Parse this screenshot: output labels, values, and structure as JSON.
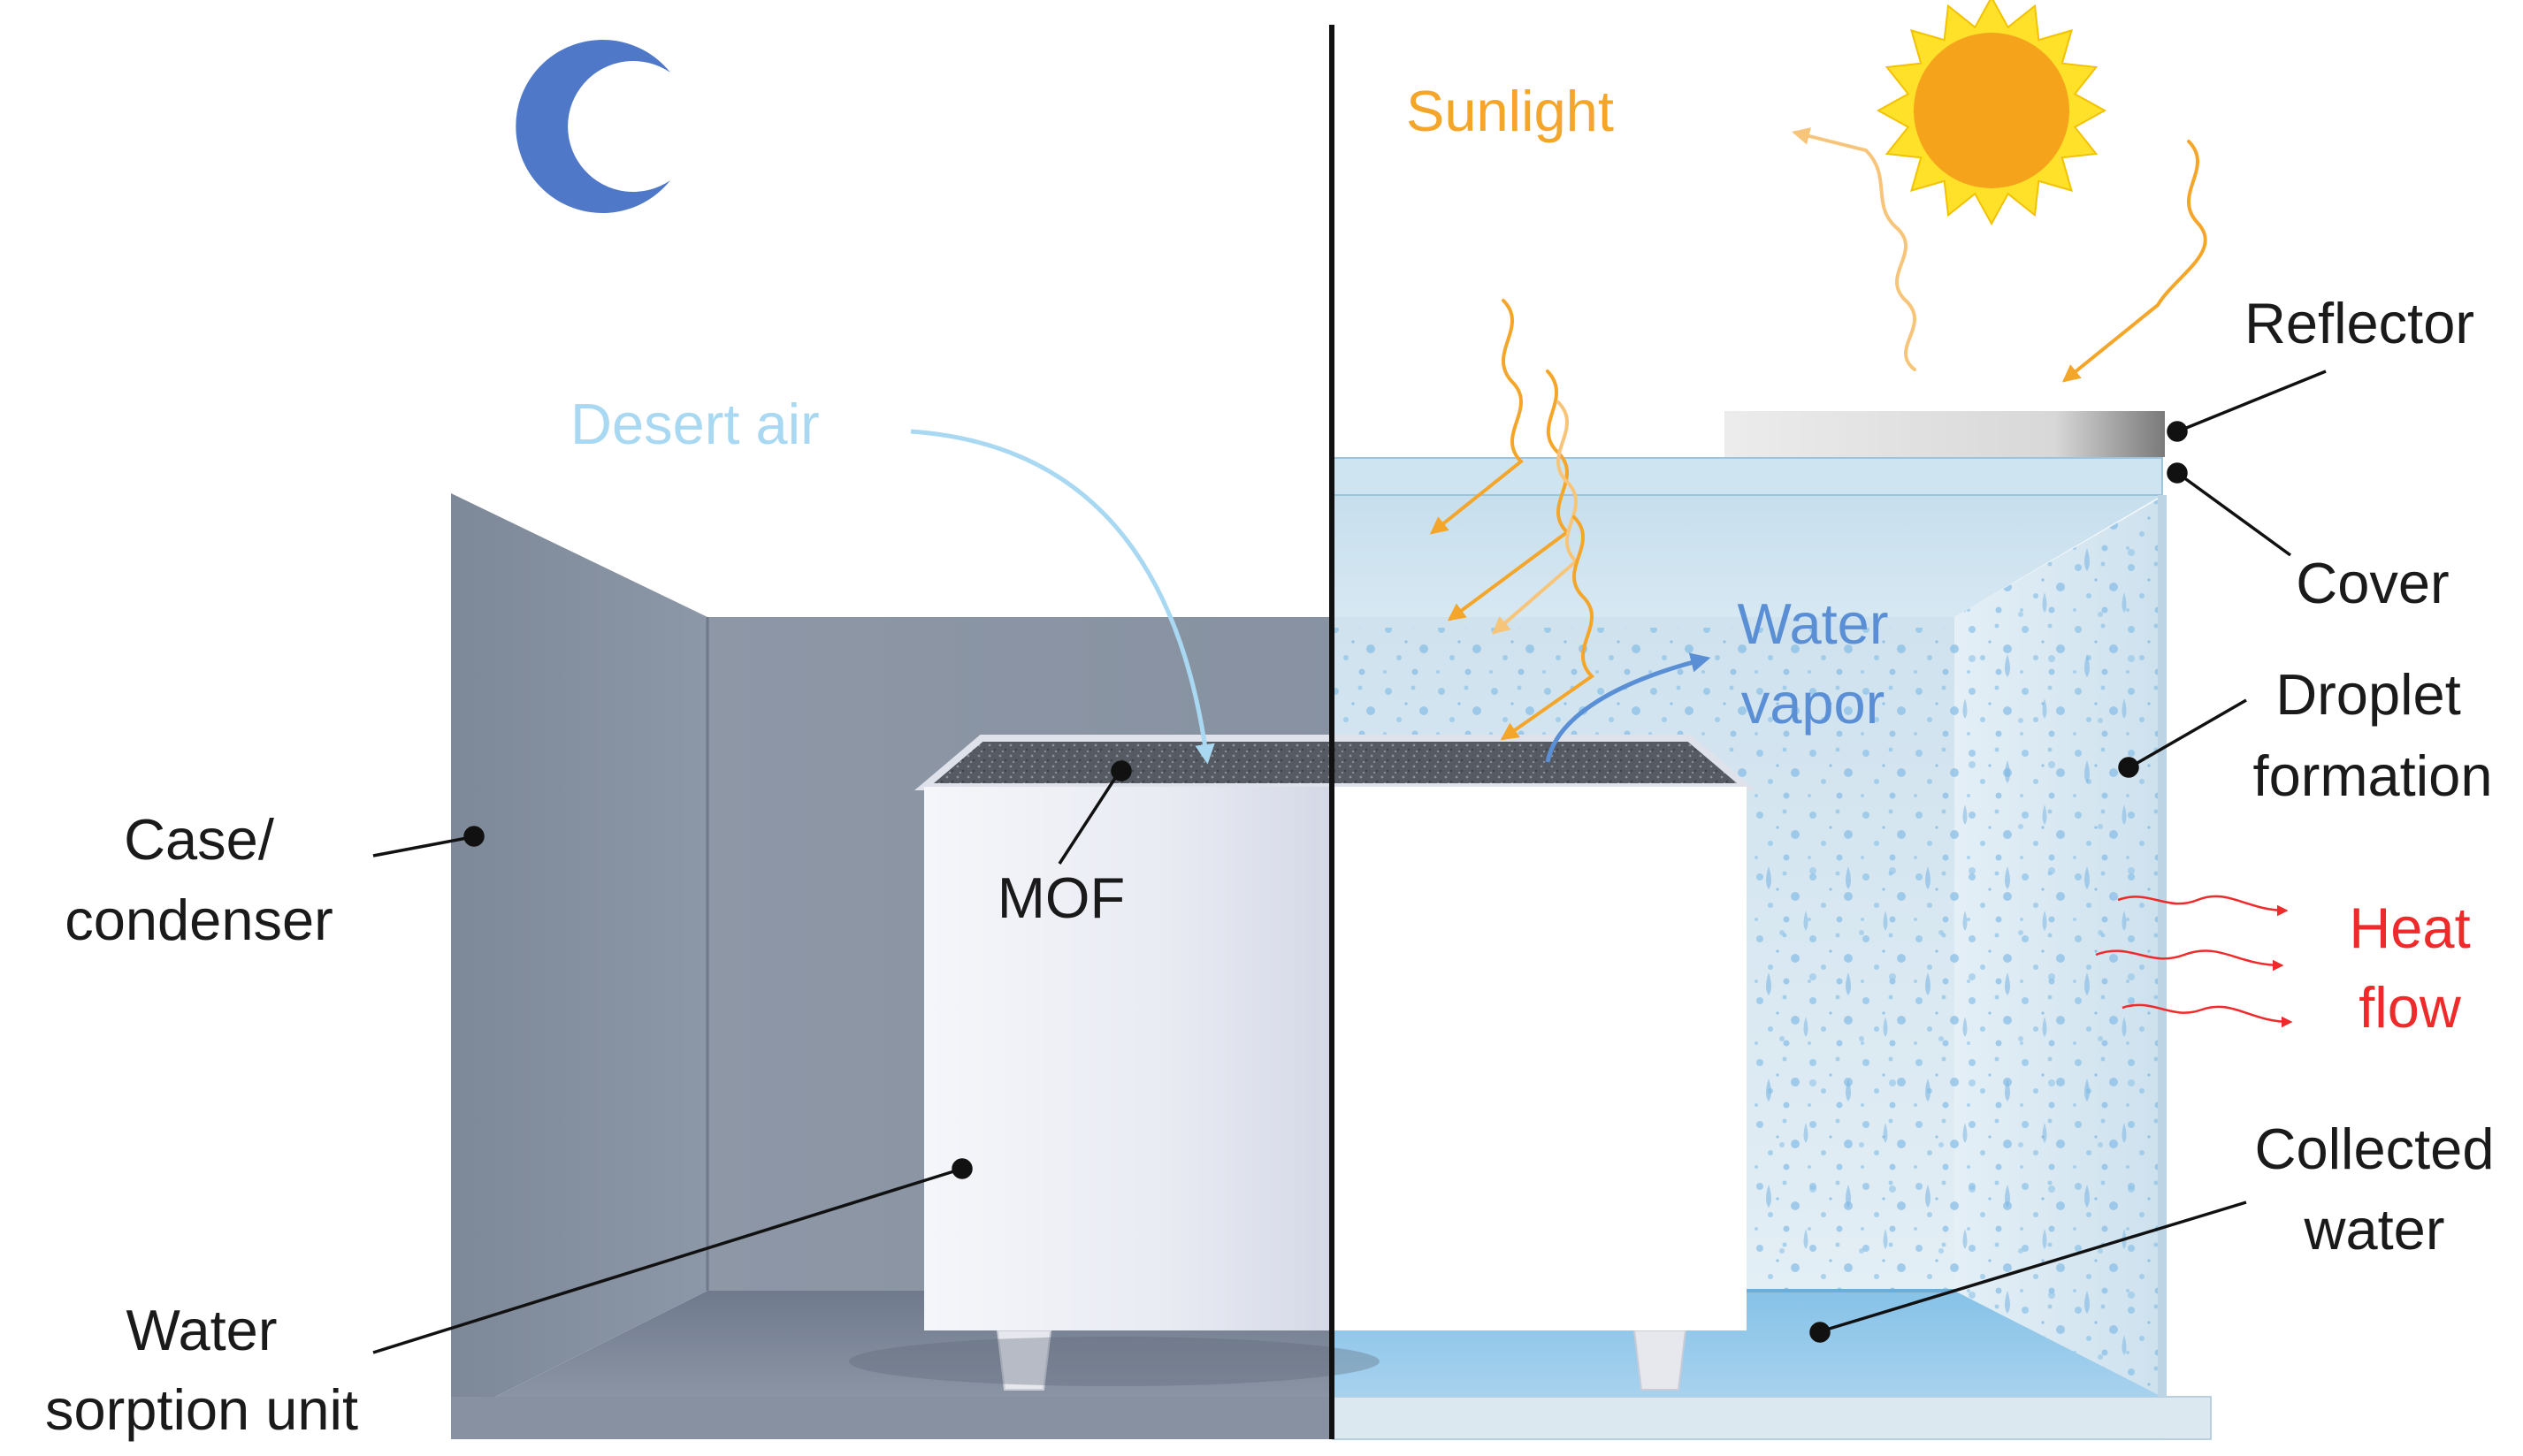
{
  "labels": {
    "sunlight": "Sunlight",
    "desert_air": "Desert air",
    "water_vapor_line1": "Water",
    "water_vapor_line2": "vapor",
    "reflector": "Reflector",
    "cover": "Cover",
    "droplet_line1": "Droplet",
    "droplet_line2": "formation",
    "heat_line1": "Heat",
    "heat_line2": "flow",
    "collected_line1": "Collected",
    "collected_line2": "water",
    "case_line1": "Case/",
    "case_line2": "condenser",
    "mof": "MOF",
    "sorption_line1": "Water",
    "sorption_line2": "sorption unit"
  },
  "colors": {
    "sunlight": "#f4a62a",
    "desert_air": "#a9d8f2",
    "water_vapor": "#5a8fd6",
    "heat_flow": "#ee2a2a",
    "moon": "#4f78c8",
    "case_night": "#8a95a6",
    "case_day": "#cfe3ef"
  },
  "icons": [
    "moon-icon",
    "sun-icon"
  ]
}
